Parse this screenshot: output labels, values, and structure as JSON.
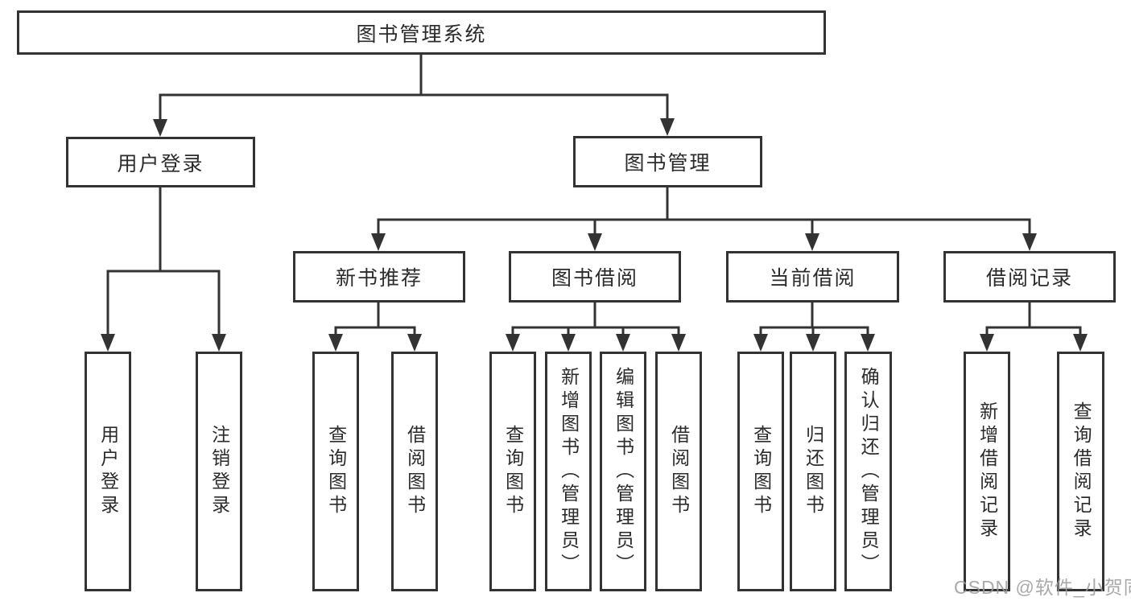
{
  "tree": {
    "label": "图书管理系统",
    "children": [
      {
        "label": "用户登录",
        "children": [
          {
            "label": "用户登录"
          },
          {
            "label": "注销登录"
          }
        ]
      },
      {
        "label": "图书管理",
        "children": [
          {
            "label": "新书推荐",
            "children": [
              {
                "label": "查询图书"
              },
              {
                "label": "借阅图书"
              }
            ]
          },
          {
            "label": "图书借阅",
            "children": [
              {
                "label": "查询图书"
              },
              {
                "label": "新增图书（管理员）"
              },
              {
                "label": "编辑图书（管理员）"
              },
              {
                "label": "借阅图书"
              }
            ]
          },
          {
            "label": "当前借阅",
            "children": [
              {
                "label": "查询图书"
              },
              {
                "label": "归还图书"
              },
              {
                "label": "确认归还（管理员）"
              }
            ]
          },
          {
            "label": "借阅记录",
            "children": [
              {
                "label": "新增借阅记录"
              },
              {
                "label": "查询借阅记录"
              }
            ]
          }
        ]
      }
    ]
  },
  "watermark": "CSDN @软件_小贺同学",
  "colors": {
    "line": "#333333",
    "text": "#2b2b2b",
    "background": "#ffffff",
    "watermark": "#9b9b9b"
  }
}
